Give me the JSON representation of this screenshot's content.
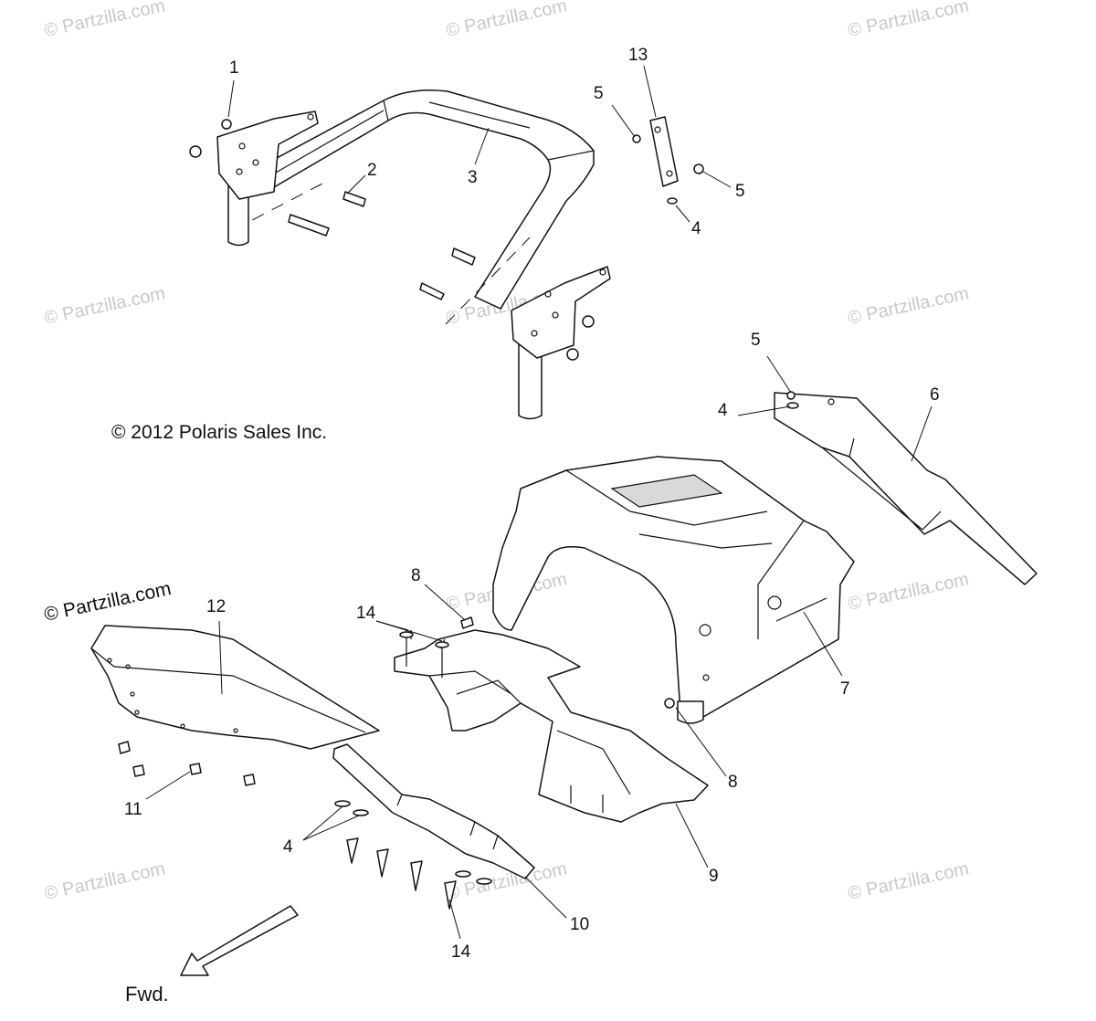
{
  "diagram": {
    "copyright": "© 2012 Polaris Sales Inc.",
    "forward_label": "Fwd.",
    "site_credit": "© Partzilla.com",
    "watermark_text": "© Partzilla.com",
    "callouts": [
      "1",
      "2",
      "3",
      "4",
      "5",
      "6",
      "7",
      "8",
      "9",
      "10",
      "11",
      "12",
      "13",
      "14"
    ]
  }
}
